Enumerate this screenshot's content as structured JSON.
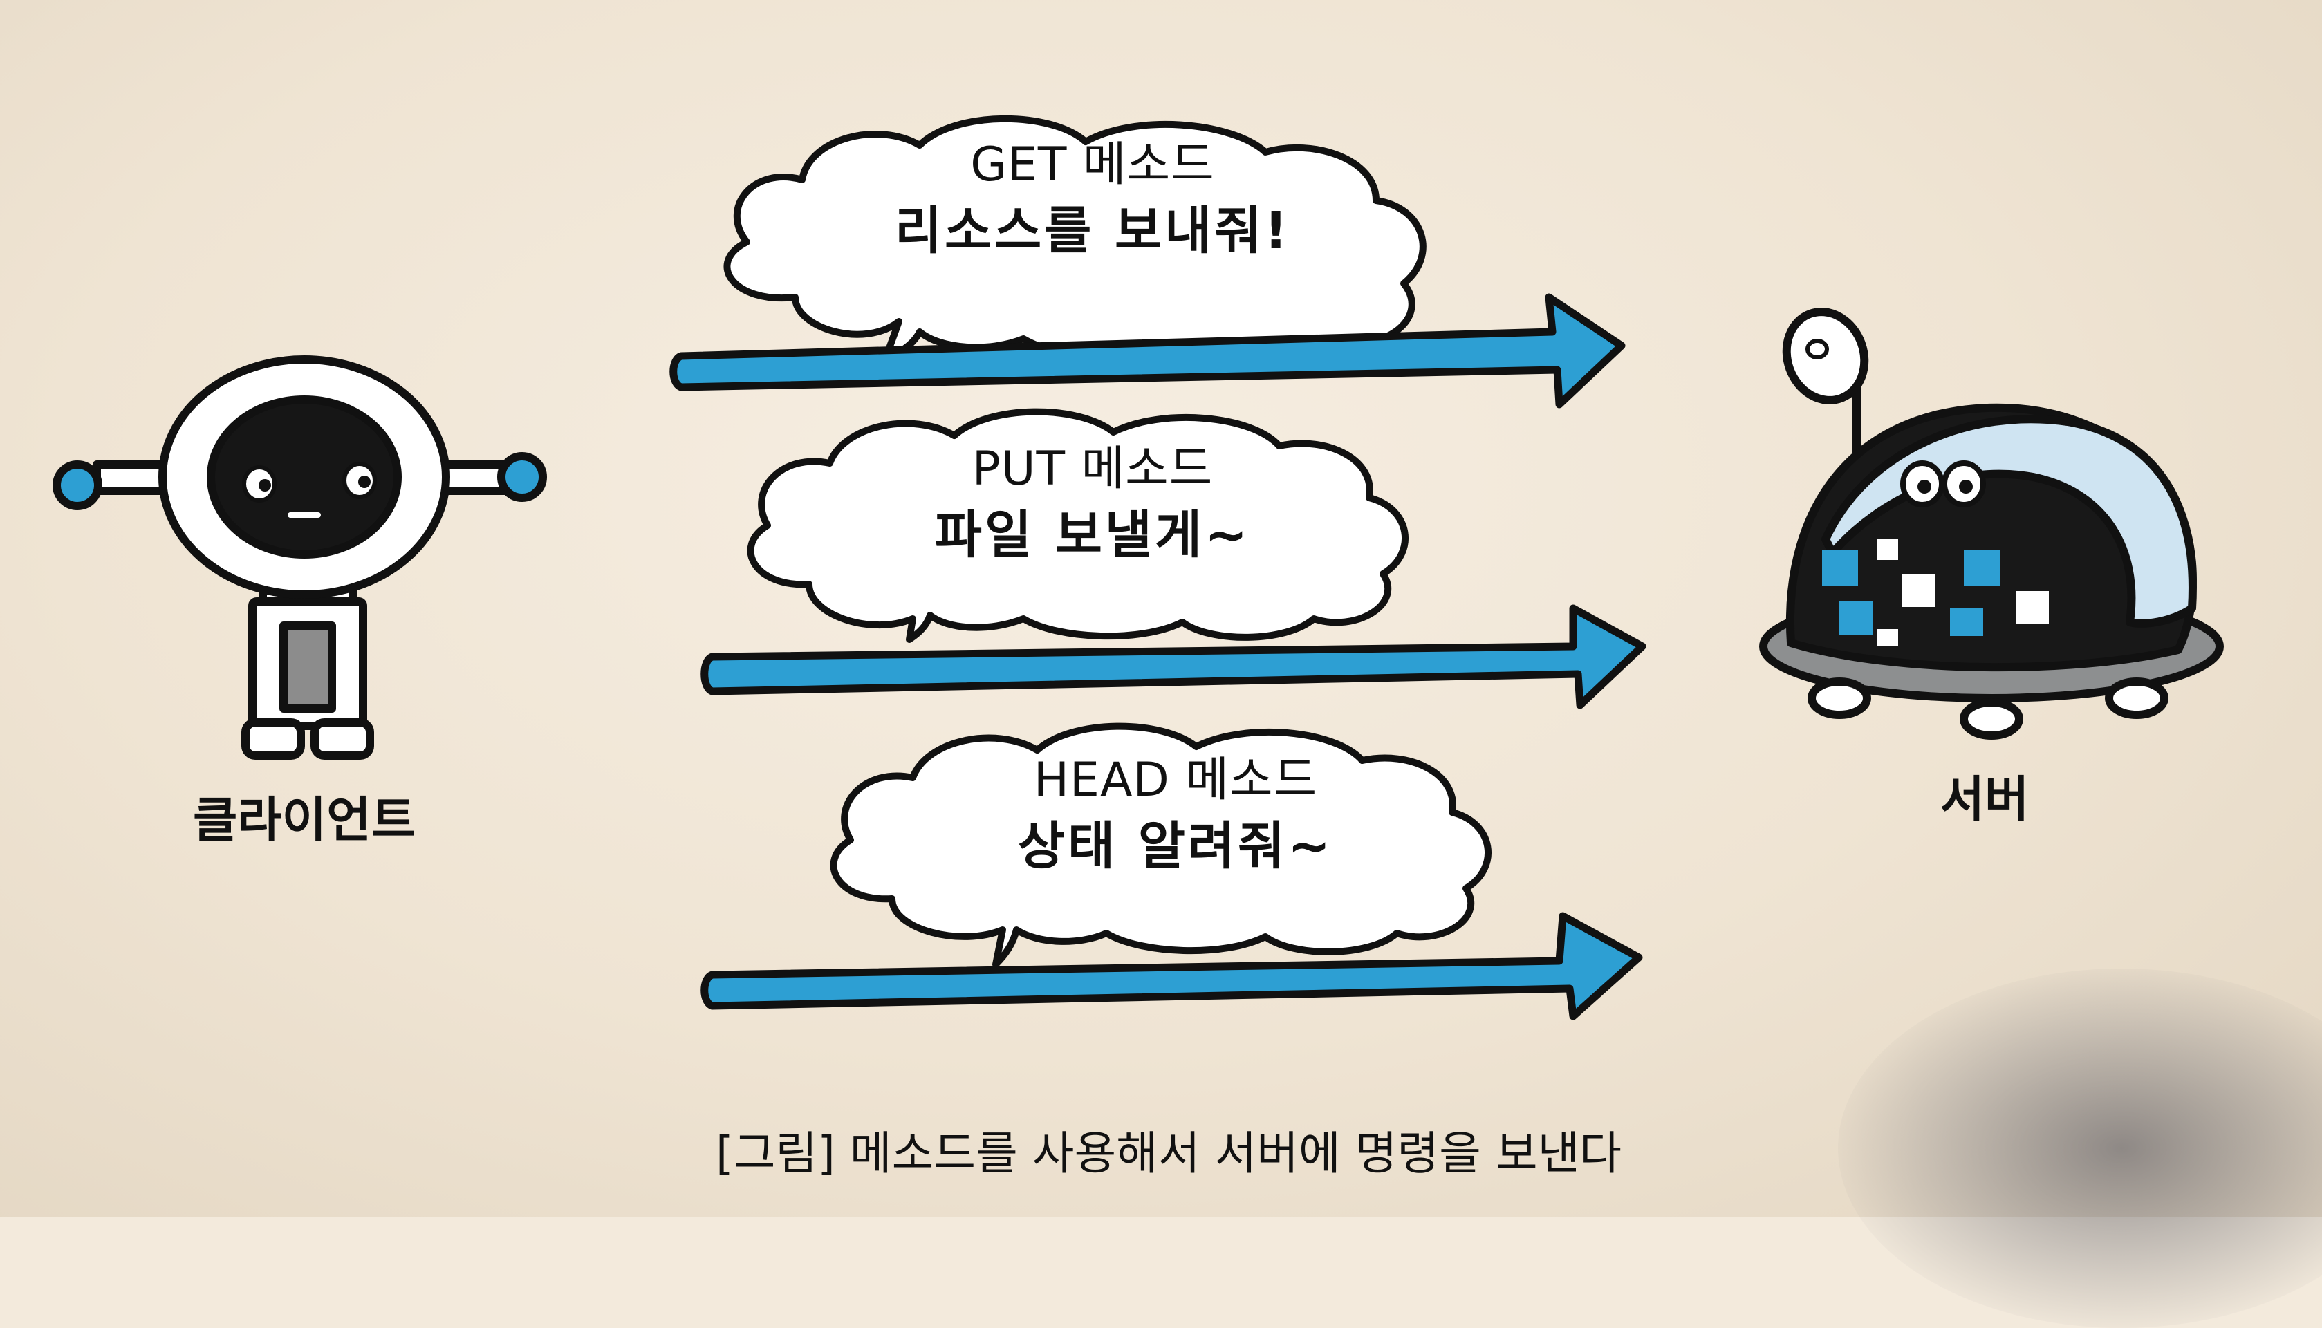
{
  "diagram": {
    "client_label": "클라이언트",
    "server_label": "서버",
    "requests": [
      {
        "method": "GET 메소드",
        "message": "리소스를 보내줘!"
      },
      {
        "method": "PUT 메소드",
        "message": "파일 보낼게~"
      },
      {
        "method": "HEAD 메소드",
        "message": "상태 알려줘~"
      }
    ],
    "caption": "[그림] 메소드를 사용해서 서버에 명령을 보낸다"
  },
  "colors": {
    "arrow": "#2d9fd3",
    "outline": "#111111",
    "paper": "#f3eadc",
    "bubble": "#ffffff"
  }
}
